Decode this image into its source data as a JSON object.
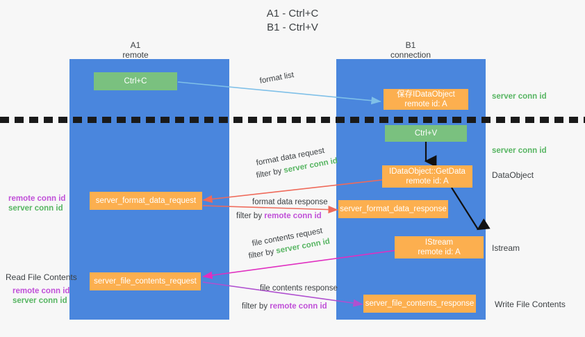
{
  "title": {
    "line1": "A1 - Ctrl+C",
    "line2": "B1 - Ctrl+V"
  },
  "columns": [
    {
      "name": "A1",
      "sub": "remote"
    },
    {
      "name": "B1",
      "sub": "connection"
    }
  ],
  "nodes": {
    "ctrl_c": {
      "label": "Ctrl+C"
    },
    "save_dataobject": {
      "line1": "保存IDataObject",
      "line2": "remote id: A"
    },
    "ctrl_v": {
      "label": "Ctrl+V"
    },
    "getdata": {
      "line1": "IDataObject::GetData",
      "line2": "remote id: A"
    },
    "istream": {
      "line1": "IStream",
      "line2": "remote id: A"
    },
    "server_format_data_request": {
      "label": "server_format_data_request"
    },
    "server_format_data_response": {
      "label": "server_format_data_response"
    },
    "server_file_contents_request": {
      "label": "server_file_contents_request"
    },
    "server_file_contents_response": {
      "label": "server_file_contents_response"
    }
  },
  "edge_labels": {
    "format_list": "format list",
    "format_data_request": "format data request",
    "format_data_response": "format data response",
    "file_contents_request": "file contents request",
    "file_contents_response": "file contents response",
    "filter_by": "filter by ",
    "server_conn_id": "server conn id",
    "remote_conn_id": "remote conn id"
  },
  "right_labels": {
    "server_conn_id_top": "server conn id",
    "server_conn_id_mid": "server conn id",
    "dataobject": "DataObject",
    "istream": "Istream",
    "write_file_contents": "Write File Contents"
  },
  "left_labels": {
    "remote_conn_id_upper": "remote conn id",
    "server_conn_id_upper": "server conn id",
    "read_file_contents": "Read File Contents",
    "remote_conn_id_lower": "remote conn id",
    "server_conn_id_lower": "server conn id"
  },
  "colors": {
    "lane": "#4a86dd",
    "green_node": "#7ac17f",
    "orange_node": "#fcaf4f",
    "server_conn_id": "#57b562",
    "remote_conn_id": "#c050d8",
    "arrow_blue": "#7fc0e8",
    "arrow_red": "#ef6a5a",
    "arrow_magenta": "#e02fc0",
    "arrow_purple": "#b050d0",
    "arrow_black": "#111111"
  }
}
